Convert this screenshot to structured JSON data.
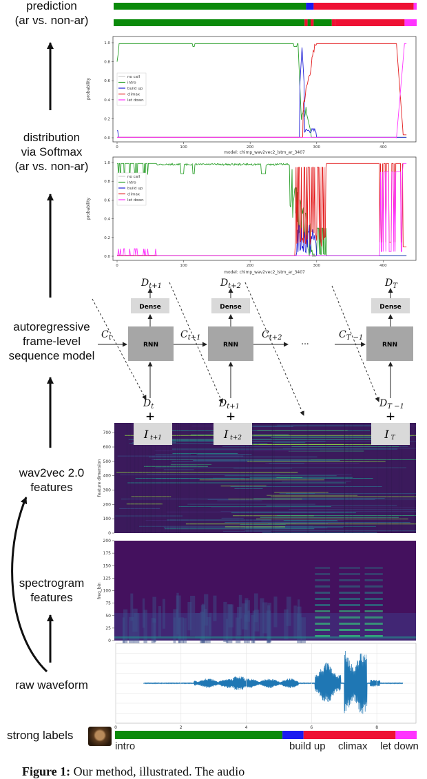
{
  "left_labels": {
    "prediction": [
      "prediction",
      "(ar vs. non-ar)"
    ],
    "distribution": [
      "distribution",
      "via Softmax",
      "(ar vs. non-ar)"
    ],
    "autoregressive": [
      "autoregressive",
      "frame-level",
      "sequence model"
    ],
    "wav2vec": [
      "wav2vec 2.0",
      "features"
    ],
    "spectrogram": [
      "spectrogram",
      "features"
    ],
    "raw_waveform": "raw waveform",
    "strong_labels": "strong labels"
  },
  "class_colors": {
    "no call": "#cccccc",
    "intro": "#2ca02c",
    "build up": "#1f1fd6",
    "climax": "#e31a1c",
    "let down": "#ff33ff"
  },
  "bar_colors": {
    "green": "#0a8a0a",
    "blue": "#1a1af0",
    "red": "#ee1133",
    "magenta": "#ff33ff"
  },
  "plot1": {
    "ylabel": "probability",
    "xlabel": "model: chimp_wav2vec2_lstm_ar_3407",
    "xticks": [
      "0",
      "100",
      "200",
      "300",
      "400"
    ],
    "yticks": [
      "0.0",
      "0.2",
      "0.4",
      "0.6",
      "0.8",
      "1.0"
    ],
    "legend": [
      "no call",
      "intro",
      "build up",
      "climax",
      "let down"
    ]
  },
  "plot2": {
    "ylabel": "probability",
    "xlabel": "model: chimp_wav2vec2_lstm_ar_3407",
    "xticks": [
      "0",
      "100",
      "200",
      "300",
      "400"
    ],
    "yticks": [
      "0.0",
      "0.2",
      "0.4",
      "0.6",
      "0.8",
      "1.0"
    ],
    "legend": [
      "no call",
      "intro",
      "build up",
      "climax",
      "let down"
    ]
  },
  "rnn_diagram": {
    "dense_label": "Dense",
    "rnn_label": "RNN",
    "d_top": [
      "D_{t+1}",
      "D_{t+2}",
      "D_T"
    ],
    "d_bottom": [
      "D_t",
      "D_{t+1}",
      "D_{T-1}"
    ],
    "c_labels": [
      "C_t",
      "C_{t+1}",
      "C_{t+2}",
      "C_{T-1}"
    ],
    "ellipsis": "...",
    "plus": "+",
    "input_labels": [
      "I t+1",
      "I t+2",
      "I T"
    ]
  },
  "wav2vec_plot": {
    "ylabel": "feature dimension",
    "yticks": [
      "0",
      "100",
      "200",
      "300",
      "400",
      "500",
      "600",
      "700"
    ]
  },
  "spectrogram_plot": {
    "ylabel": "freq_bin",
    "yticks": [
      "0",
      "25",
      "50",
      "75",
      "100",
      "125",
      "150",
      "175",
      "200"
    ]
  },
  "waveform_plot": {
    "xticks": [
      "0",
      "2",
      "4",
      "6",
      "8"
    ],
    "color": "#1f77b4"
  },
  "strong_labels": {
    "labels": [
      "intro",
      "build up",
      "climax",
      "let down"
    ]
  },
  "caption": {
    "bold": "Figure 1:",
    "rest": "Our method, illustrated. The audio"
  }
}
